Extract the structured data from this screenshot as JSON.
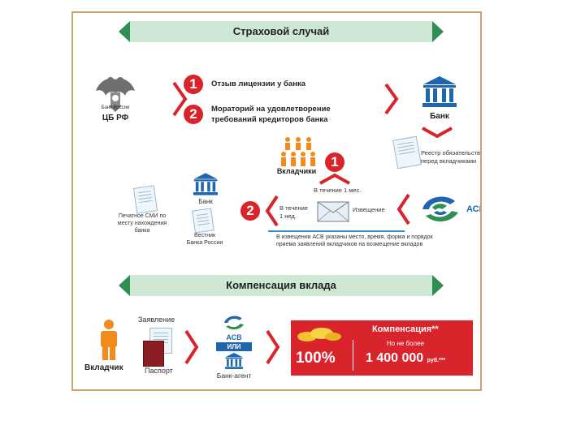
{
  "colors": {
    "green": "#2f8f52",
    "banner": "#cfe8d6",
    "red": "#d9242b",
    "blue": "#1e66b0",
    "orange": "#f28a1e",
    "frame": "#c9a46a"
  },
  "header1": "Страховой случай",
  "header2": "Компенсация вклада",
  "cbrf": {
    "seal_text": "Банк России",
    "label": "ЦБ РФ"
  },
  "step1": {
    "num": "1",
    "text": "Отзыв лицензии у банка"
  },
  "step2": {
    "num": "2",
    "text_line1": "Мораторий на удовлетворение",
    "text_line2": "требований кредиторов банка"
  },
  "bank_top": {
    "label": "Банк"
  },
  "registry": {
    "line1": "Реестр обязательств",
    "line2": "перед вкладчиками"
  },
  "depositors": {
    "label": "Вкладчики",
    "num": "1"
  },
  "within": {
    "text": "В течение 1 мес."
  },
  "asv": {
    "label": "АСВ"
  },
  "notice": {
    "num": "2",
    "within_line1": "В течение",
    "within_line2": "1 нед.",
    "izveshenie": "Извещение"
  },
  "bank_mid": {
    "label": "Банк"
  },
  "press": {
    "line1": "Печатное СМИ по",
    "line2": "месту нахождения",
    "line3": "банка"
  },
  "vestnik": {
    "line1": "Вестник",
    "line2": "Банка России"
  },
  "note": {
    "line1": "В извещении АСВ указаны место, время, форма и порядок",
    "line2": "приема заявлений вкладчиков на возмещение вкладов"
  },
  "bottom": {
    "depositor": "Вкладчик",
    "application": "Заявление",
    "passport": "Паспорт",
    "asv": "АСВ",
    "ili": "ИЛИ",
    "bank_agent": "Банк-агент",
    "comp_title": "Компенсация**",
    "percent": "100%",
    "no_more": "Но не более",
    "amount": "1 400 000",
    "currency": "руб.***"
  }
}
